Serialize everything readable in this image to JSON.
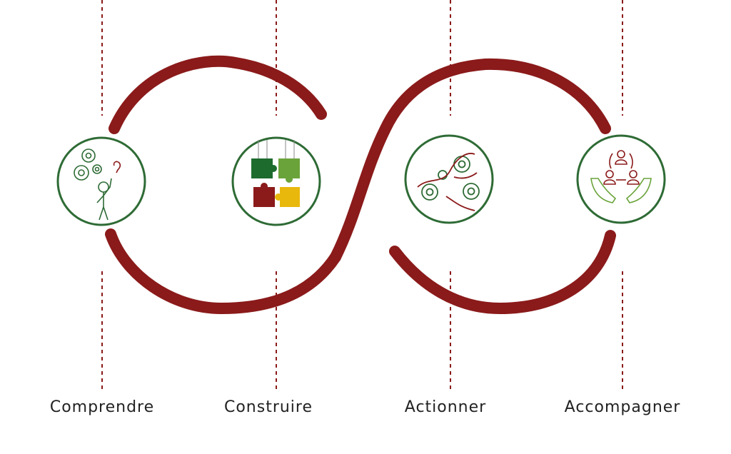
{
  "steps": [
    {
      "label": "Comprendre",
      "icon": "thinking-person-gears-icon"
    },
    {
      "label": "Construire",
      "icon": "puzzle-pieces-icon"
    },
    {
      "label": "Actionner",
      "icon": "gears-flow-icon"
    },
    {
      "label": "Accompagner",
      "icon": "hands-people-support-icon"
    }
  ],
  "colors": {
    "curve": "#8b1a1a",
    "circle_border": "#2e6b35",
    "dashed": "#8b1a1a",
    "text": "#222222",
    "green_dark": "#1e6b2e",
    "green_light": "#6aa33a",
    "red": "#8b1a1a",
    "yellow": "#e8b80c"
  }
}
